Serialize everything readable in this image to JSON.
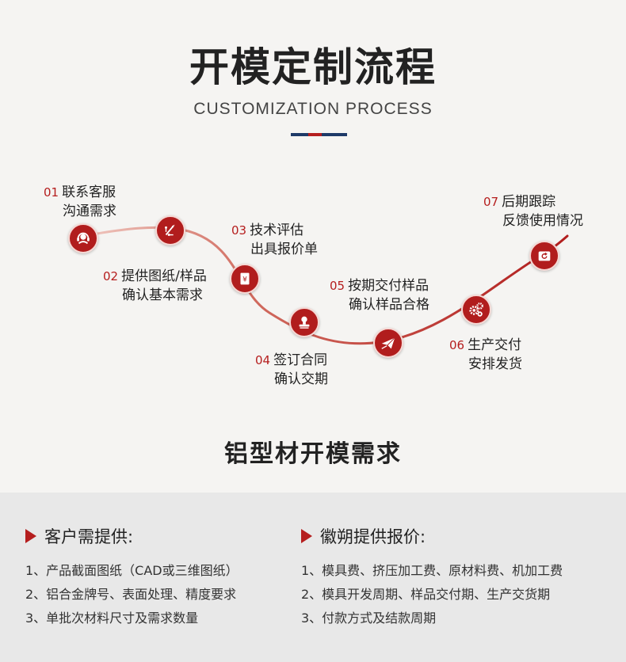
{
  "header": {
    "title": "开模定制流程",
    "subtitle": "CUSTOMIZATION PROCESS"
  },
  "colors": {
    "accent_red": "#b11d1d",
    "navy": "#1e3a68",
    "background": "#f5f4f2",
    "panel": "#e8e8e8"
  },
  "steps": [
    {
      "num": "01",
      "line1": "联系客服",
      "line2": "沟通需求",
      "icon": "headset-icon"
    },
    {
      "num": "02",
      "line1": "提供图纸/样品",
      "line2": "确认基本需求",
      "icon": "design-pen-icon"
    },
    {
      "num": "03",
      "line1": "技术评估",
      "line2": "出具报价单",
      "icon": "quote-document-icon"
    },
    {
      "num": "04",
      "line1": "签订合同",
      "line2": "确认交期",
      "icon": "stamp-icon"
    },
    {
      "num": "05",
      "line1": "按期交付样品",
      "line2": "确认样品合格",
      "icon": "paper-plane-icon"
    },
    {
      "num": "06",
      "line1": "生产交付",
      "line2": "安排发货",
      "icon": "gears-icon"
    },
    {
      "num": "07",
      "line1": "后期跟踪",
      "line2": "反馈使用情况",
      "icon": "feedback-icon"
    }
  ],
  "section": {
    "title": "铝型材开模需求"
  },
  "customer": {
    "heading": "客户需提供:",
    "items": [
      "1、产品截面图纸（CAD或三维图纸）",
      "2、铝合金牌号、表面处理、精度要求",
      "3、单批次材料尺寸及需求数量"
    ]
  },
  "supplier": {
    "heading": "徽朔提供报价:",
    "items": [
      "1、模具费、挤压加工费、原材料费、机加工费",
      "2、模具开发周期、样品交付期、生产交货期",
      "3、付款方式及结款周期"
    ]
  }
}
